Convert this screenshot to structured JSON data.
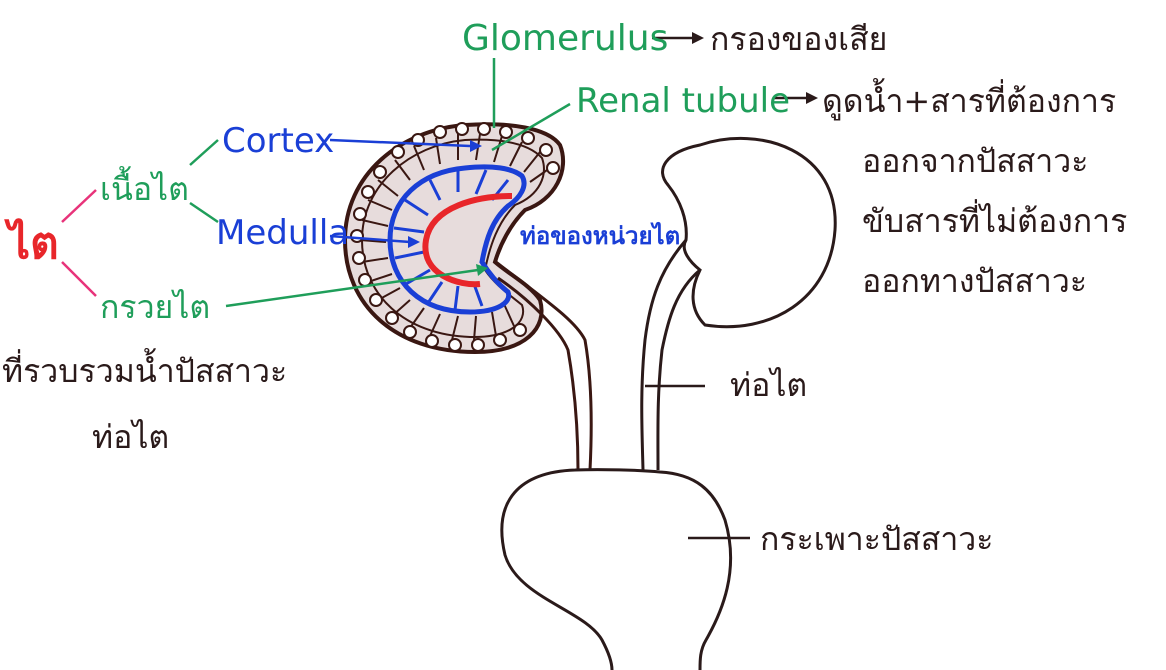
{
  "labels": {
    "kidney": "ไต",
    "kidney_tissue": "เนื้อไต",
    "renal_pelvis": "กรวยไต",
    "renal_pelvis_desc_1": "ที่รวบรวมน้ำปัสสาวะ",
    "renal_pelvis_desc_2": "ท่อไต",
    "cortex": "Cortex",
    "medulla": "Medulla",
    "glomerulus": "Glomerulus",
    "glomerulus_desc": "กรองของเสีย",
    "renal_tubule": "Renal tubule",
    "renal_tubule_desc_1": "ดูดน้ำ+สารที่ต้องการ",
    "renal_tubule_desc_2": "ออกจากปัสสาวะ",
    "renal_tubule_desc_3": "ขับสารที่ไม่ต้องการ",
    "renal_tubule_desc_4": "ออกทางปัสสาวะ",
    "nephron_tubule": "ท่อของหน่วยไต",
    "ureter": "ท่อไต",
    "bladder": "กระเพาะปัสสาวะ"
  },
  "colors": {
    "red": "#e8262a",
    "pink": "#e8337a",
    "green": "#1f9e5a",
    "blue": "#1a3fd6",
    "brown": "#3a1712",
    "dark": "#2a1a1a"
  }
}
